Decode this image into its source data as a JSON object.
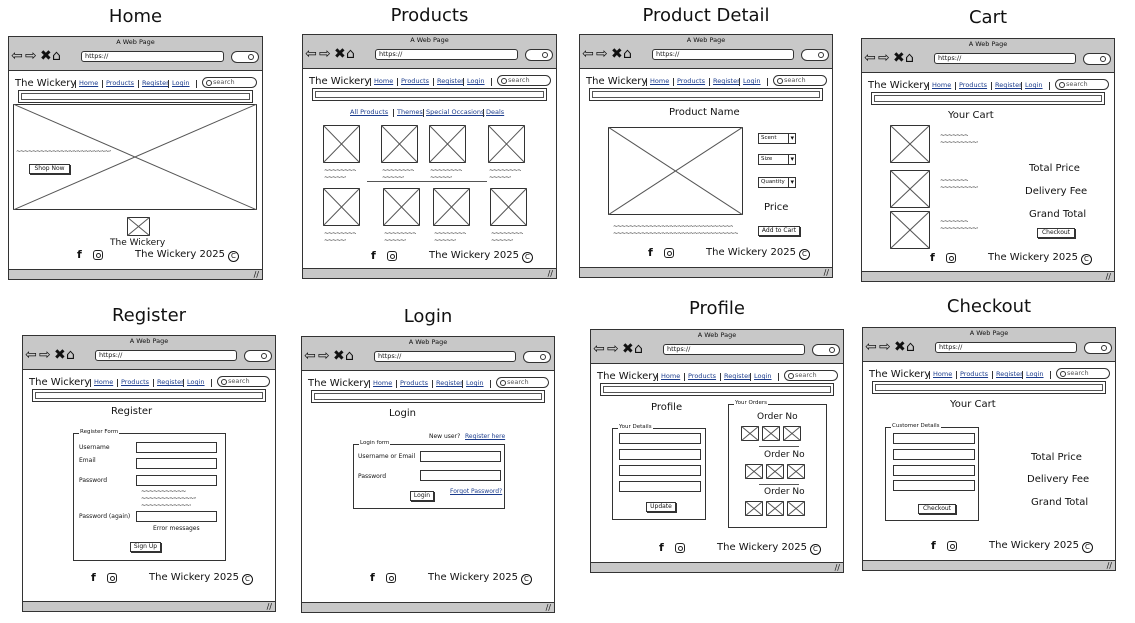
{
  "common": {
    "window_title": "A Web Page",
    "url": "https://",
    "brand": "The Wickery",
    "nav": [
      "Home",
      "Products",
      "Register",
      "Login"
    ],
    "search_placeholder": "search",
    "copyright": "The Wickery 2025"
  },
  "home": {
    "title": "Home",
    "button": "Shop Now",
    "footer_brand": "The Wickery"
  },
  "products": {
    "title": "Products",
    "categories": [
      "All Products",
      "Themes",
      "Special Occasions",
      "Deals"
    ]
  },
  "product_detail": {
    "title": "Product Detail",
    "heading": "Product Name",
    "options": [
      "Scent",
      "Size",
      "Quantity"
    ],
    "price": "Price",
    "button": "Add to Cart"
  },
  "cart": {
    "title": "Cart",
    "heading": "Your Cart",
    "totals": [
      "Total Price",
      "Delivery Fee",
      "Grand Total"
    ],
    "button": "Checkout"
  },
  "register": {
    "title": "Register",
    "heading": "Register",
    "legend": "Register Form",
    "fields": [
      "Username",
      "Email",
      "Password",
      "Password (again)"
    ],
    "error": "Error messages",
    "button": "Sign Up"
  },
  "login": {
    "title": "Login",
    "heading": "Login",
    "legend": "Login form",
    "new_user": "New user?",
    "register_link": "Register here",
    "fields": [
      "Username or Email",
      "Password"
    ],
    "button": "Login",
    "forgot": "Forgot Password?"
  },
  "profile": {
    "title": "Profile",
    "heading": "Profile",
    "details_legend": "Your Details",
    "button": "Update",
    "orders_legend": "Your Orders",
    "order_label": "Order No"
  },
  "checkout": {
    "title": "Checkout",
    "heading": "Your Cart",
    "legend": "Customer Details",
    "totals": [
      "Total Price",
      "Delivery Fee",
      "Grand Total"
    ],
    "button": "Checkout"
  }
}
